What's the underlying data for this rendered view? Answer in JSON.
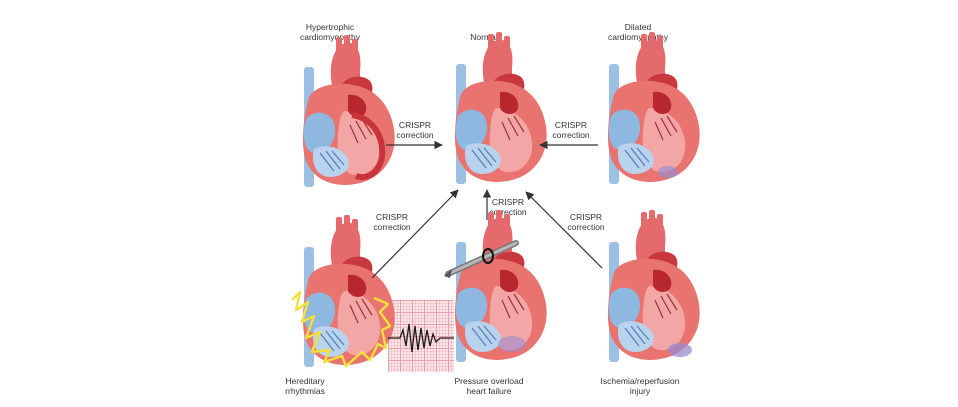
{
  "panels": {
    "normal": {
      "label": [
        "Normal"
      ]
    },
    "hypertrophic": {
      "label": [
        "Hypertrophic",
        "cardiomyopathy"
      ]
    },
    "dilated": {
      "label": [
        "Dilated",
        "cardiomyopathy"
      ]
    },
    "hereditary": {
      "label": [
        "Hereditary",
        "rrhythmias"
      ]
    },
    "pressure": {
      "label": [
        "Pressure overload",
        "heart failure"
      ]
    },
    "ischemia": {
      "label": [
        "Ischemia/reperfusion",
        "injury"
      ]
    }
  },
  "arrows": {
    "hypertrophic": {
      "label": [
        "CRISPR",
        "correction"
      ]
    },
    "dilated": {
      "label": [
        "CRISPR",
        "correction"
      ]
    },
    "hereditary": {
      "label": [
        "CRISPR",
        "correction"
      ]
    },
    "pressure": {
      "label": [
        "CRISPR",
        "correction"
      ]
    },
    "ischemia": {
      "label": [
        "CRISPR",
        "correction"
      ]
    }
  },
  "colors": {
    "heart_red": "#e8736f",
    "heart_dark_red": "#c7343a",
    "pink_chamber": "#f4b6b6",
    "vein_blue": "#8fb8e0",
    "blue_dark": "#4f7fb7",
    "purple_tissue": "#9b8ad0",
    "electric_yellow": "#f2e13a",
    "arrow": "#333333"
  }
}
